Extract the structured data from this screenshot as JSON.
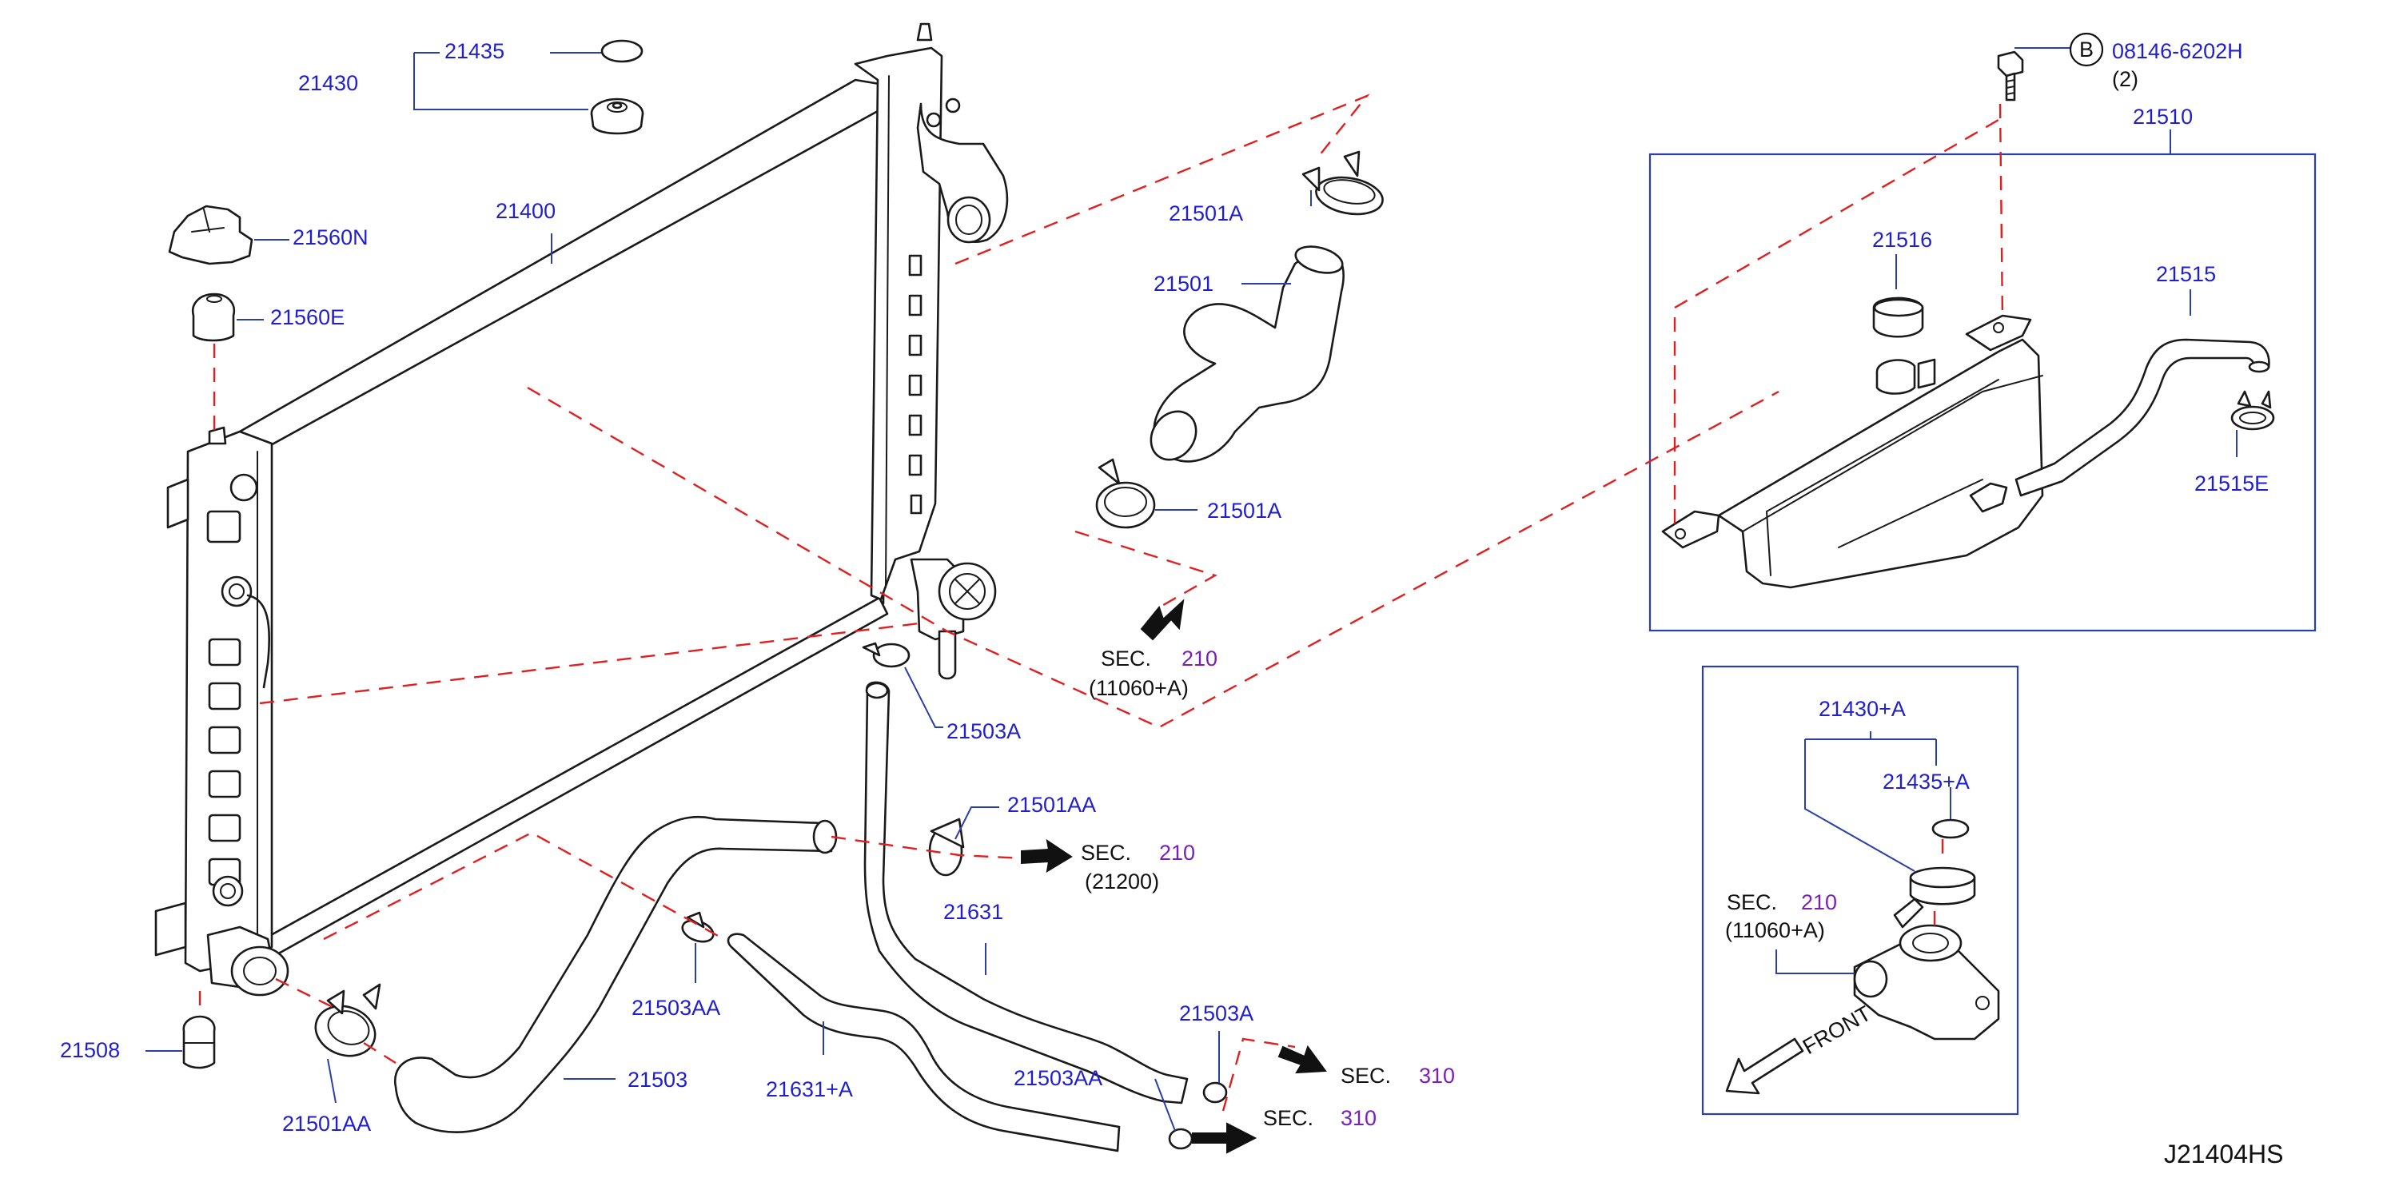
{
  "parts": {
    "p21435": "21435",
    "p21430": "21430",
    "p21400": "21400",
    "p21560N": "21560N",
    "p21560E": "21560E",
    "p21508": "21508",
    "p21501A_top": "21501A",
    "p21501": "21501",
    "p21501A_bot": "21501A",
    "p21503A": "21503A",
    "p21501AA_mid": "21501AA",
    "p21503AA_mid": "21503AA",
    "p21501AA_bot": "21501AA",
    "p21503": "21503",
    "p21631pA": "21631+A",
    "p21631": "21631",
    "p21503A_low": "21503A",
    "p21503AA_low": "21503AA",
    "p21510": "21510",
    "p21516": "21516",
    "p21515": "21515",
    "p21515E": "21515E",
    "p21430pA": "21430+A",
    "p21435pA": "21435+A"
  },
  "bolt": {
    "badge": "B",
    "part": "08146-6202H",
    "qty": "(2)"
  },
  "sections": {
    "s1": {
      "prefix": "SEC.",
      "num": "210",
      "ref": "(11060+A)"
    },
    "s2": {
      "prefix": "SEC.",
      "num": "210",
      "ref": "(21200)"
    },
    "s3": {
      "prefix": "SEC.",
      "num": "310"
    },
    "s4": {
      "prefix": "SEC.",
      "num": "310"
    },
    "s5": {
      "prefix": "SEC.",
      "num": "210",
      "ref": "(11060+A)"
    }
  },
  "front_label": "FRONT",
  "diagram_code": "J21404HS"
}
